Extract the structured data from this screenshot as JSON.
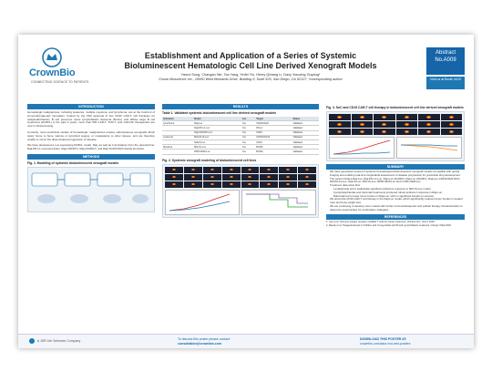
{
  "header": {
    "title": "Establishment and Application of a Series of Systemic Bioluminescent Hematologic Cell Line Derived Xenograft Models",
    "authors": "Yanrui Song, Changan Nie, Tao Yang, Yinfei Yin, Henry Qixiang Li, Davy Xiaoxing Ouyang*",
    "affiliation": "Crown Bioscience Inc., 16550 West Bernardo Drive, Building 5, Suite 525, San Diego, CA 92127; *corresponding author",
    "abstract_label": "Abstract No.A009",
    "visit_label": "Visit us at Booth #410"
  },
  "logo": {
    "name": "CrownBio",
    "tagline": "CONNECTING SCIENCE TO PATIENTS"
  },
  "sections": {
    "intro": "INTRODUCTION",
    "methods": "METHODS",
    "results": "RESULTS",
    "summary": "SUMMARY",
    "references": "REFERENCES"
  },
  "intro_text": [
    "Hematologic malignancies, including leukemia, multiple myeloma, and lymphoma, are at the forefront of immunotherapeutic innovation. Fueled by the FDA approval of two CD19 CAR-T cell therapies for relapsed/refractory B cell precursor acute lymphoblastic leukemia (B-ALL) and diffuse large B cell lymphoma (DLBCL) in the past 2 years, more than 500 CAR-T, TCR-T, and CAR-NK therapeutics are now in clinical testing.",
    "Currently, most preclinical models of hematologic malignancies employ subcutaneous xenografts which rarely home to bone marrow or lymphoid organs, or metastasize to other tissues, and are therefore unable to mimic the disseminated progression of disease.",
    "We have developed a Luc-expressing DLBCL model, Raji, as well as 4 derivatives from the parental line: Raji-PD-L1 overexpression, Raji-CD19KO, Raji-CD20KO, and Raji-CD19/CD20 double knockout."
  ],
  "fig1_title": "Fig. 1. Modeling of systemic bioluminescent xenograft models",
  "table1_title": "Table 1. Validated systemic bioluminescent cell line derived xenograft models",
  "table1": {
    "headers": [
      "Indication",
      "Model",
      "Luc",
      "Target",
      "Status"
    ],
    "rows": [
      [
        "Lymphoma",
        "Raji-Luc",
        "Yes",
        "CD19/CD20",
        "Validated"
      ],
      [
        "",
        "Raji-PD-L1-Luc",
        "Yes",
        "PD-L1",
        "Validated"
      ],
      [
        "",
        "Raji-CD19KO-Luc",
        "Yes",
        "CD20",
        "Validated"
      ],
      [
        "Leukemia",
        "MOLM-13-Luc",
        "Yes",
        "CD33/CD123",
        "Validated"
      ],
      [
        "",
        "Nalm6-Luc",
        "Yes",
        "CD19",
        "Validated"
      ],
      [
        "Myeloma",
        "MM.1S-Luc",
        "Yes",
        "BCMA",
        "Validated"
      ],
      [
        "",
        "RPMI 8226-Luc",
        "Yes",
        "BCMA",
        "Validated"
      ]
    ]
  },
  "fig2_title": "Fig. 2. Systemic xenograft modeling of bioluminescent cell lines",
  "fig3_title": "Fig. 3. SoC and CD19 CAR-T cell therapy in bioluminescent cell line derived xenograft models",
  "summary_items": [
    "We have generated a panel of systemic hematological bioluminescent xenograft models compatible with optical imaging and enabling real-time longitudinal assessment of disease progression for preclinical drug development.",
    "The panel includes Raji-Luc, Raji-PD-L1-Luc, Raji-Luc-CD19KO, Raji-Luc-CD20KO, Raji-Luc-CD19/CD20 DKO, MOLM-13-Luc, Nalm6-Luc, MM.1S-Luc, RPMI 8226-Luc and CCRF-CEM-Luc.",
    "Treatment data show that:",
    "Lenalidomide led to statistically significant antitumor response in MM.1S-Luc model.",
    "Cyclophosphamide and rituximab treatments produced robust antitumor response in Raji-Luc.",
    "Rituximab led to lower tumor burden in Raji-Luc, with no significant benefit on survival.",
    "We show that CD19 CAR-T cell therapy in the Raji-Luc model, which significantly reduced tumor burden in treated mice and body weight loss.",
    "We are continuing to develop more models with further immunotherapeutic and cellular therapy characterization to determine opportunities for combination strategies."
  ],
  "references": [
    "1. Cao et al. Chimeric antigen receptor-modified T cells for cancer treatment. Chinese Clin. Oncol. 2018.",
    "2. Maude et al. Tisagenlecleucel in Children and Young Adults with B-Cell Lymphoblastic Leukemia. N Engl J Med 2018."
  ],
  "footer": {
    "company": "A JSR Life Sciences Company",
    "discuss_label": "To discuss this poster please contact:",
    "discuss_email": "consultation@crownbio.com",
    "download_label": "DOWNLOAD THIS POSTER AT:",
    "download_url": "crownbio.com/aacr-mcl-aml-posters"
  },
  "colors": {
    "accent": "#1f78b4",
    "abstract_box": "#1565a8"
  }
}
